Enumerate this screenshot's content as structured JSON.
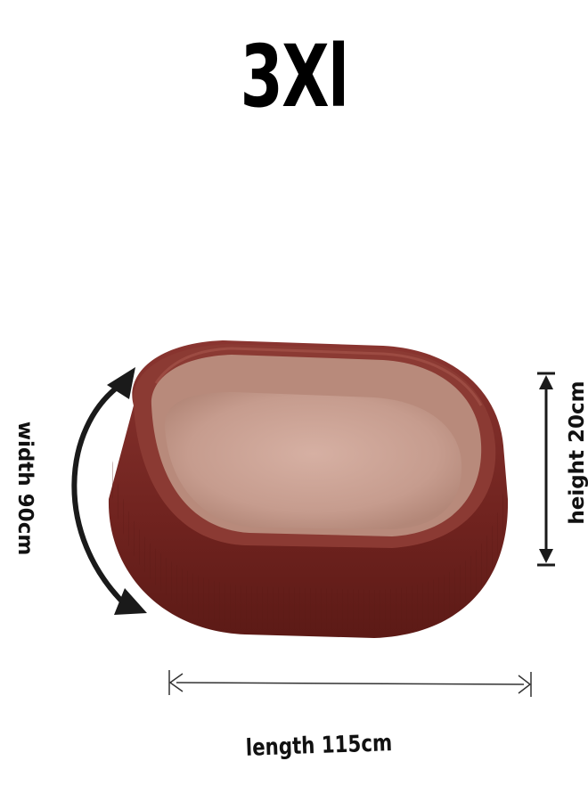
{
  "size": "3Xl",
  "labels": {
    "width": "width 90cm",
    "height": "height 20cm",
    "length": "length 115cm"
  },
  "colors": {
    "bed_outer": "#7a2a24",
    "bed_inner": "#c9a093",
    "arrow": "#1a1a1a"
  },
  "icons": {
    "product": "pet-bed-image",
    "width_arrow": "curved-double-arrow-icon",
    "height_arrow": "vertical-double-arrow-icon",
    "length_arrow": "horizontal-double-arrow-icon"
  }
}
